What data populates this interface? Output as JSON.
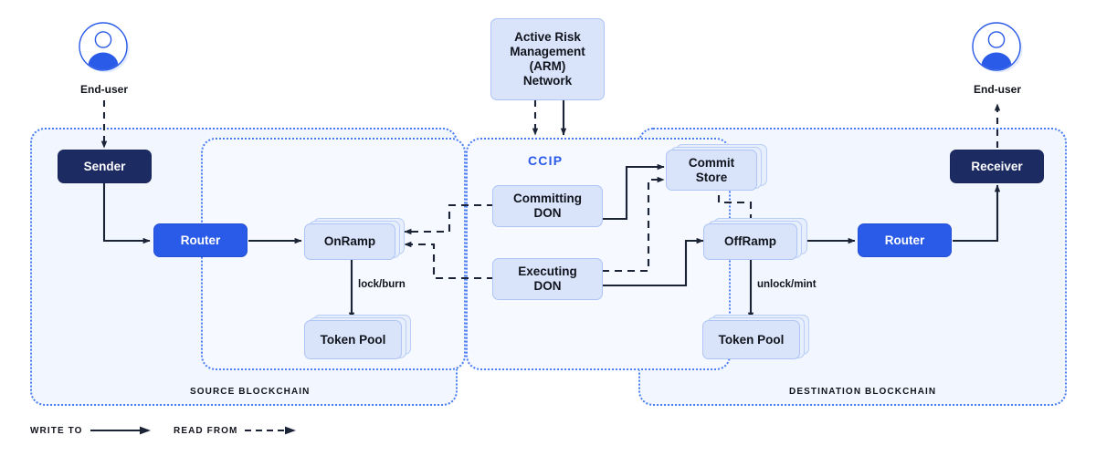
{
  "diagram": {
    "title": "Chainlink CCIP cross-chain message flow",
    "colors": {
      "dark_node": "#1c2c63",
      "blue_node": "#2a5ae8",
      "light_node": "#d9e4fb",
      "region_border": "#4a7df0",
      "region_fill": "#f2f6fe",
      "accent_text": "#2a5ae8",
      "line": "#1b2437"
    }
  },
  "users": {
    "sender_side": {
      "label": "End-user",
      "icon": "user-avatar-icon"
    },
    "receiver_side": {
      "label": "End-user",
      "icon": "user-avatar-icon"
    }
  },
  "regions": {
    "source_blockchain": {
      "label": "SOURCE BLOCKCHAIN"
    },
    "destination_blockchain": {
      "label": "DESTINATION BLOCKCHAIN"
    },
    "ccip": {
      "label": "CCIP"
    }
  },
  "nodes": {
    "arm": {
      "label": "Active Risk\nManagement\n(ARM)\nNetwork",
      "lines": [
        "Active Risk",
        "Management",
        "(ARM)",
        "Network"
      ],
      "style": "light"
    },
    "sender": {
      "label": "Sender",
      "style": "dark"
    },
    "receiver": {
      "label": "Receiver",
      "style": "dark"
    },
    "router_source": {
      "label": "Router",
      "style": "blue"
    },
    "router_destination": {
      "label": "Router",
      "style": "blue"
    },
    "onramp": {
      "label": "OnRamp",
      "style": "light-stacked"
    },
    "offramp": {
      "label": "OffRamp",
      "style": "light-stacked"
    },
    "token_pool_source": {
      "label": "Token Pool",
      "style": "light-stacked"
    },
    "token_pool_destination": {
      "label": "Token Pool",
      "style": "light-stacked"
    },
    "commit_store": {
      "label": "Commit\nStore",
      "lines": [
        "Commit",
        "Store"
      ],
      "style": "light-stacked"
    },
    "committing_don": {
      "label": "Committing\nDON",
      "lines": [
        "Committing",
        "DON"
      ],
      "style": "light"
    },
    "executing_don": {
      "label": "Executing\nDON",
      "lines": [
        "Executing",
        "DON"
      ],
      "style": "light"
    }
  },
  "edge_labels": {
    "lock_burn": "lock/burn",
    "unlock_mint": "unlock/mint"
  },
  "legend": {
    "write_to": "WRITE TO",
    "read_from": "READ FROM"
  }
}
